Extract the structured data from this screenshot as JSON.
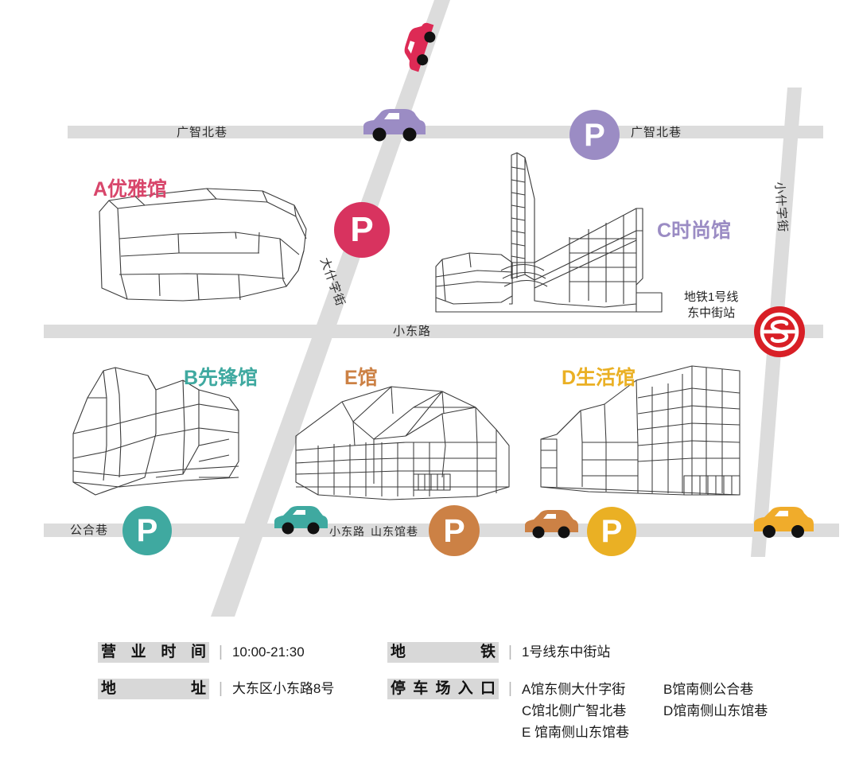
{
  "map": {
    "title": "Shopping Complex Location Map",
    "roads": [
      {
        "name": "广智北巷",
        "id": "guangzhi-north-lane-left"
      },
      {
        "name": "广智北巷",
        "id": "guangzhi-north-lane-right"
      },
      {
        "name": "小东路",
        "id": "xiaodong-road"
      },
      {
        "name": "公合巷",
        "id": "gonghe-lane"
      },
      {
        "name": "小东路",
        "id": "xiaodong-road-lower"
      },
      {
        "name": "山东馆巷",
        "id": "shandongguan-lane"
      },
      {
        "name": "大什字街",
        "id": "dashizi-street"
      },
      {
        "name": "小什字街",
        "id": "xiaoshizi-street"
      }
    ],
    "buildings": [
      {
        "code": "A",
        "label": "A优雅馆",
        "color": "#d8466b"
      },
      {
        "code": "B",
        "label": "B先锋馆",
        "color": "#3fa9a0"
      },
      {
        "code": "C",
        "label": "C时尚馆",
        "color": "#9b8cc4"
      },
      {
        "code": "D",
        "label": "D生活馆",
        "color": "#eab024"
      },
      {
        "code": "E",
        "label": "E馆",
        "color": "#cc8145"
      }
    ],
    "parking": [
      {
        "for": "A",
        "letter": "P",
        "color": "#d8335f"
      },
      {
        "for": "C",
        "letter": "P",
        "color": "#9b8cc4"
      },
      {
        "for": "B",
        "letter": "P",
        "color": "#3fa9a0"
      },
      {
        "for": "E",
        "letter": "P",
        "color": "#cc8145"
      },
      {
        "for": "D",
        "letter": "P",
        "color": "#eab024"
      }
    ],
    "metro": {
      "line_label": "地铁1号线",
      "station_label": "东中街站",
      "color": "#d81f26"
    },
    "cars": [
      {
        "id": "car-red",
        "color": "#dd2a55"
      },
      {
        "id": "car-purple",
        "color": "#9b8cc4"
      },
      {
        "id": "car-teal",
        "color": "#3fa9a0"
      },
      {
        "id": "car-brown",
        "color": "#cc8145"
      },
      {
        "id": "car-yellow",
        "color": "#f0ac2b"
      }
    ],
    "road_color": "#dcdcdc"
  },
  "legend": {
    "hours": {
      "key_chars": [
        "营",
        "业",
        "时",
        "间"
      ],
      "key_text": "营业时间",
      "value": "10:00-21:30"
    },
    "address": {
      "key_chars": [
        "地",
        "址"
      ],
      "key_text": "地址",
      "value": "大东区小东路8号"
    },
    "metro": {
      "key_chars": [
        "地",
        "铁"
      ],
      "key_text": "地铁",
      "value": "1号线东中街站"
    },
    "parking_entrance": {
      "key_chars": [
        "停",
        "车",
        "场",
        "入",
        "口"
      ],
      "key_text": "停车场入口",
      "rows": [
        {
          "a": "A馆东侧大什字街",
          "b": "B馆南侧公合巷"
        },
        {
          "a": "C馆北侧广智北巷",
          "b": "D馆南侧山东馆巷"
        },
        {
          "a": "E 馆南侧山东馆巷",
          "b": ""
        }
      ]
    },
    "separator": "|"
  }
}
